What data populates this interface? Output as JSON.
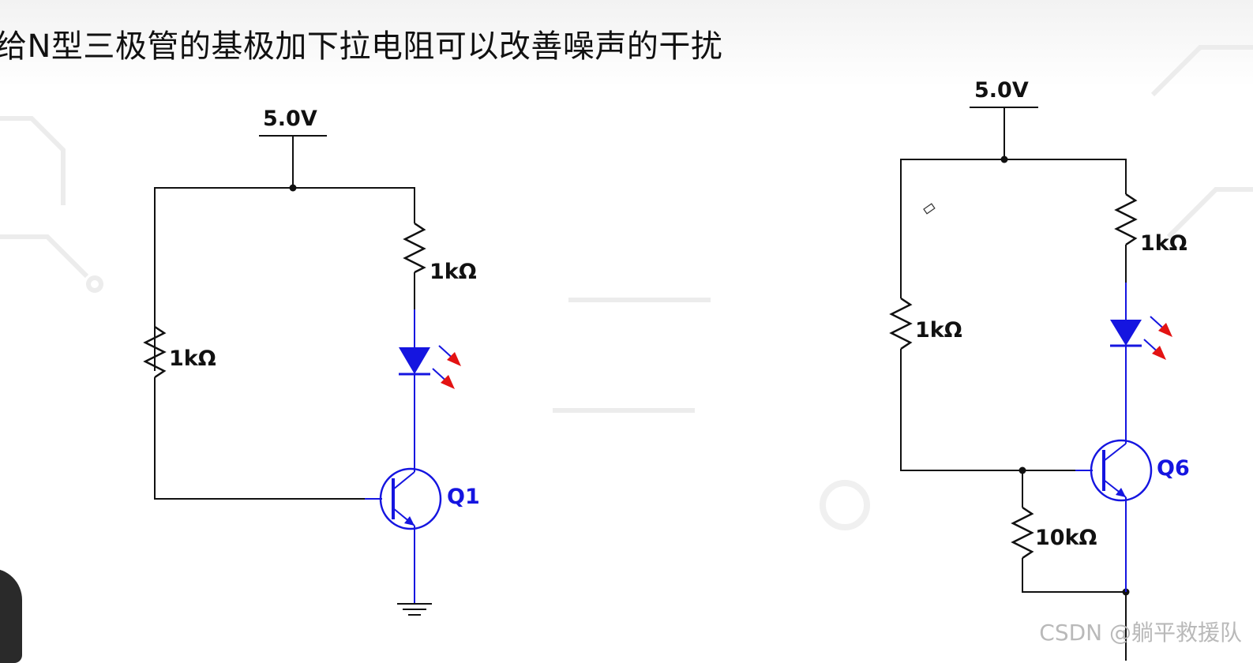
{
  "slide": {
    "title": "给N型三极管的基极加下拉电阻可以改善噪声的干扰"
  },
  "colors": {
    "wire": "#111111",
    "component": "#1515e0",
    "led_arrow": "#e31313",
    "watermark": "#b9b9b9"
  },
  "circuit_left": {
    "supply_label": "5.0V",
    "collector_resistor_label": "1kΩ",
    "base_resistor_label": "1kΩ",
    "transistor_label": "Q1",
    "led_icon": "led-icon",
    "ground_icon": "ground-icon"
  },
  "circuit_right": {
    "supply_label": "5.0V",
    "collector_resistor_label": "1kΩ",
    "base_resistor_label": "1kΩ",
    "pulldown_resistor_label": "10kΩ",
    "transistor_label": "Q6",
    "led_icon": "led-icon"
  },
  "watermark": "CSDN @躺平救援队"
}
